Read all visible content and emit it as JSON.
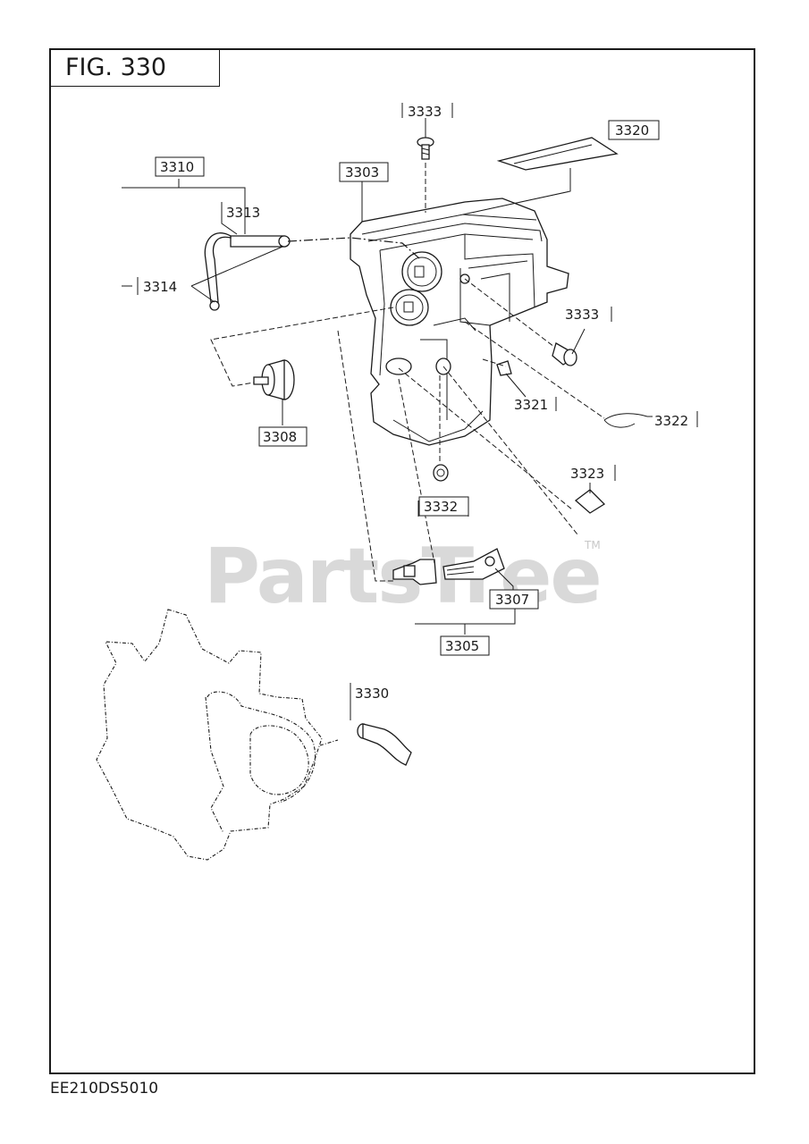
{
  "figure": {
    "title": "FIG. 330",
    "code": "EE210DS5010"
  },
  "watermark": {
    "text": "PartsTree",
    "trademark": "TM"
  },
  "labels": {
    "p3333_top": "3333",
    "p3320": "3320",
    "p3310": "3310",
    "p3303": "3303",
    "p3313": "3313",
    "p3314": "3314",
    "p3333_side": "3333",
    "p3321": "3321",
    "p3322": "3322",
    "p3308": "3308",
    "p3323": "3323",
    "p3332": "3332",
    "p3307": "3307",
    "p3305": "3305",
    "p3330": "3330"
  },
  "colors": {
    "line": "#1a1a1a",
    "watermark": "#d9d9d9",
    "background": "#ffffff"
  }
}
